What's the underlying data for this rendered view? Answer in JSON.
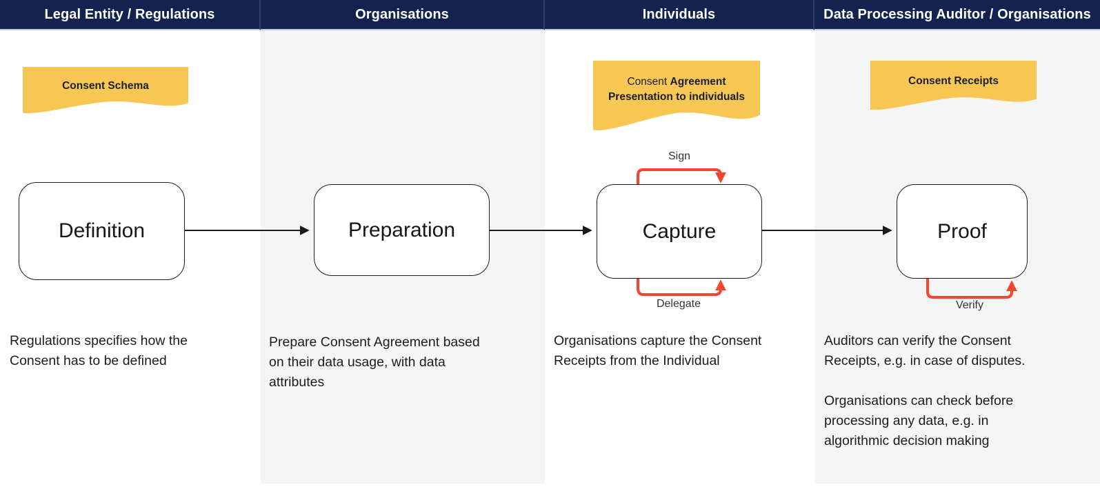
{
  "colors": {
    "header_bg": "#13234F",
    "header_text": "#FFFFFF",
    "lane_alt_bg": "#F5F5F6",
    "document_fill": "#F8C653",
    "loop_arrow_red": "#F4452D",
    "flow_arrow_black": "#1A1A1A",
    "body_text": "#1C1C1C"
  },
  "lanes": [
    {
      "header": "Legal Entity / Regulations",
      "description": "Regulations specifies how the Consent has to be defined"
    },
    {
      "header": "Organisations",
      "description": "Prepare Consent Agreement based on their data usage, with data attributes"
    },
    {
      "header": "Individuals",
      "description": "Organisations capture the Consent Receipts from the Individual"
    },
    {
      "header": "Data Processing Auditor / Organisations",
      "description_paragraphs": [
        "Auditors can verify the Consent Receipts, e.g. in case of disputes.",
        "Organisations can check before processing any data, e.g. in algorithmic decision making"
      ]
    }
  ],
  "documents": [
    {
      "label": "Consent Schema"
    },
    {
      "label_normal": "Consent ",
      "label_bold": "Agreement Presentation to individuals"
    },
    {
      "label": "Consent Receipts"
    }
  ],
  "process_steps": [
    {
      "label": "Definition"
    },
    {
      "label": "Preparation"
    },
    {
      "label": "Capture"
    },
    {
      "label": "Proof"
    }
  ],
  "loop_labels": {
    "sign": "Sign",
    "delegate": "Delegate",
    "verify": "Verify"
  }
}
